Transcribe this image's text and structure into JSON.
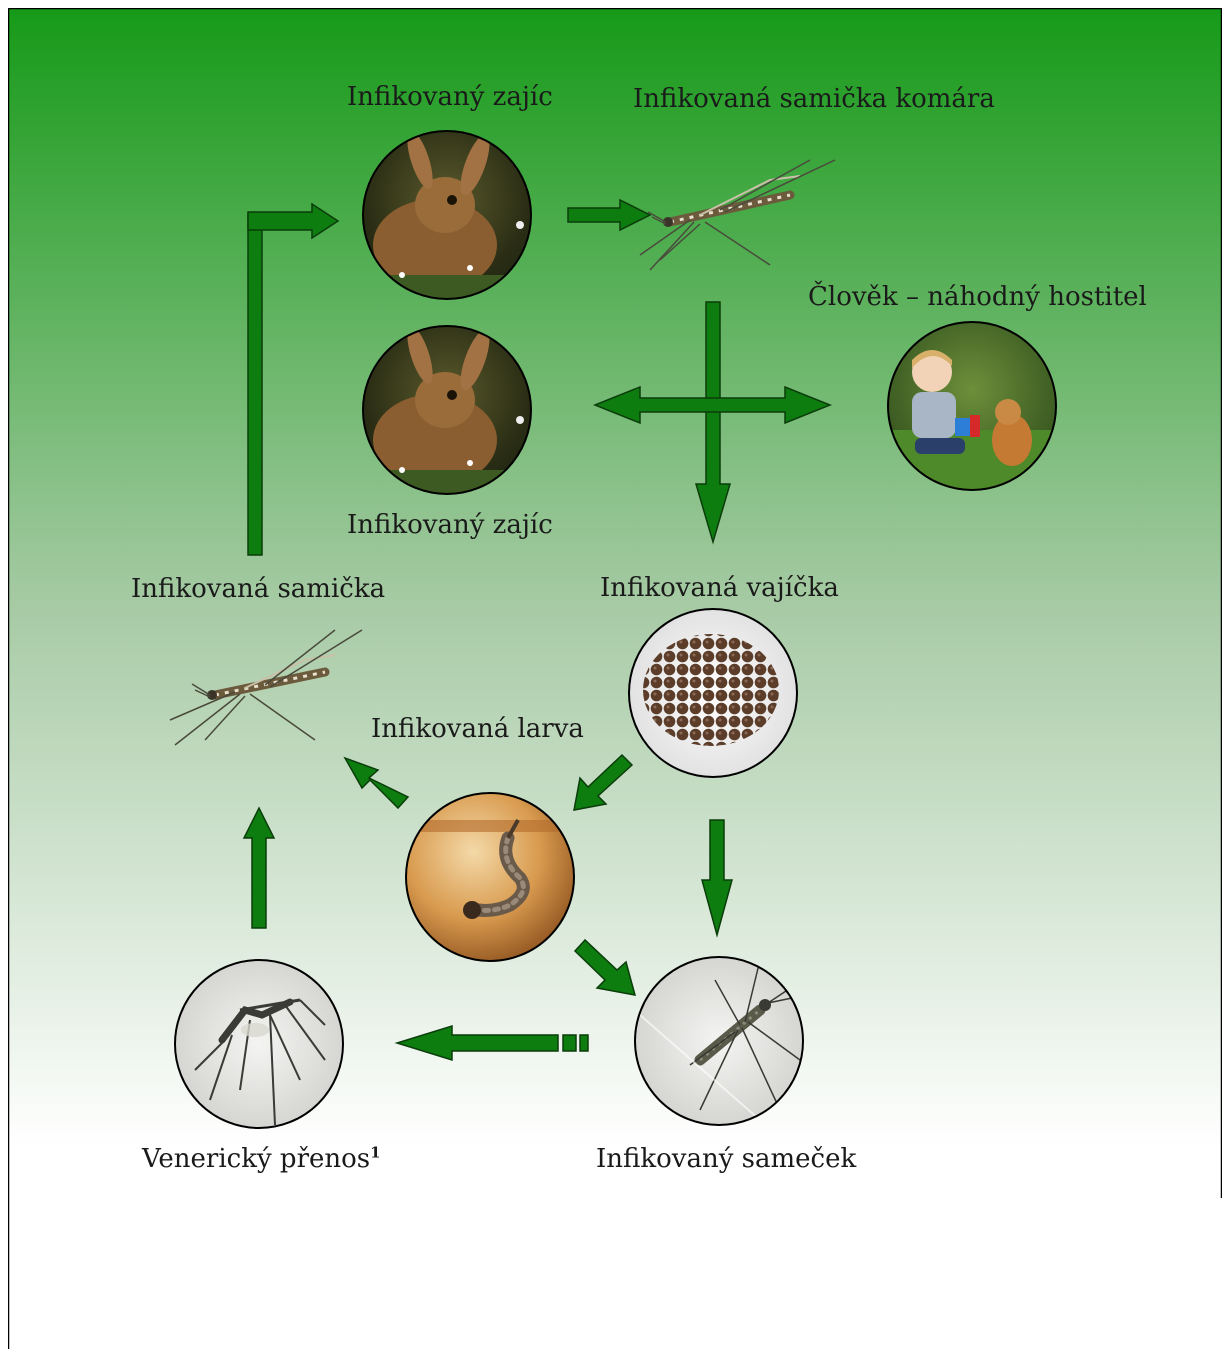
{
  "labels": {
    "hare_top": "Infikovaný zajíc",
    "mosquito_top": "Infikovaná samička komára",
    "human": "Člověk – náhodný hostitel",
    "hare_mid": "Infikovaný zajíc",
    "female": "Infikovaná samička",
    "eggs": "Infikovaná vajíčka",
    "larva": "Infikovaná larva",
    "venereal": "Venerický přenos",
    "venereal_note": "1",
    "male": "Infikovaný sameček"
  },
  "colors": {
    "gradient_top": "#169a18",
    "gradient_mid": "#a8cba6",
    "gradient_bottom": "#ffffff",
    "arrow_fill": "#0e7d0f",
    "arrow_stroke": "#0a3d0a"
  }
}
